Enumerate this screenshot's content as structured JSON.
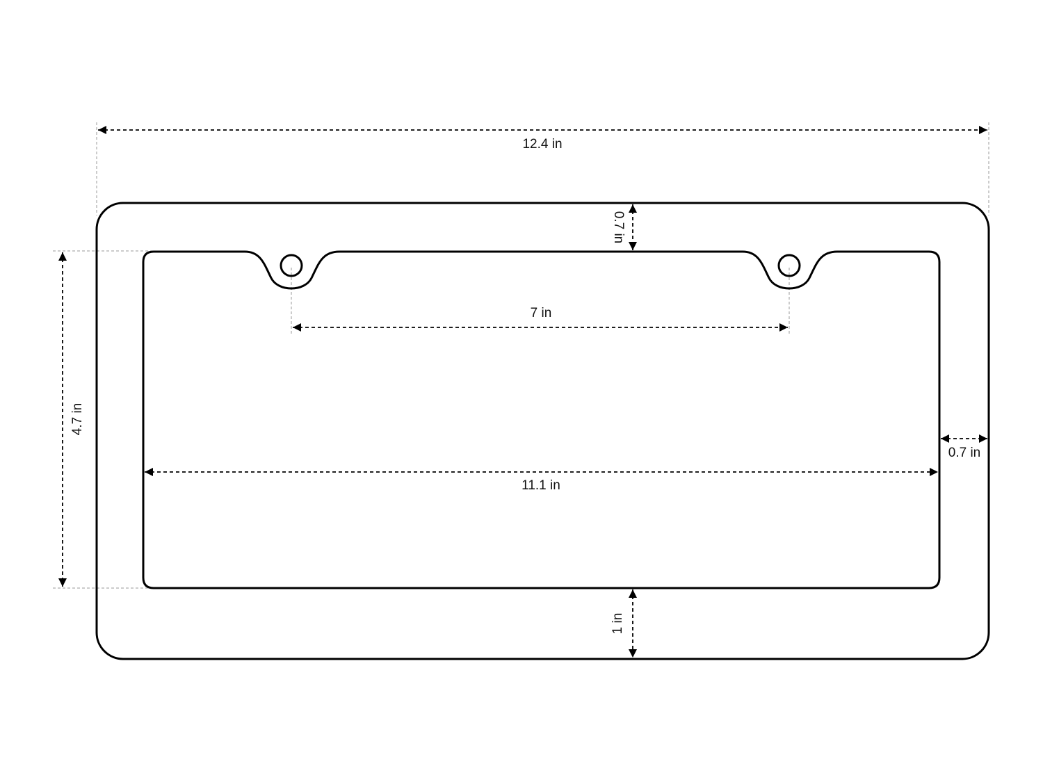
{
  "diagram": {
    "units": "in",
    "dimensions": {
      "overall_width": "12.4 in",
      "top_border": "0.7 in",
      "hole_spacing": "7 in",
      "opening_height": "4.7 in",
      "opening_width": "11.1 in",
      "side_border": "0.7 in",
      "bottom_border": "1 in"
    },
    "colors": {
      "outline": "#000000",
      "extension_lines": "#999999"
    }
  }
}
